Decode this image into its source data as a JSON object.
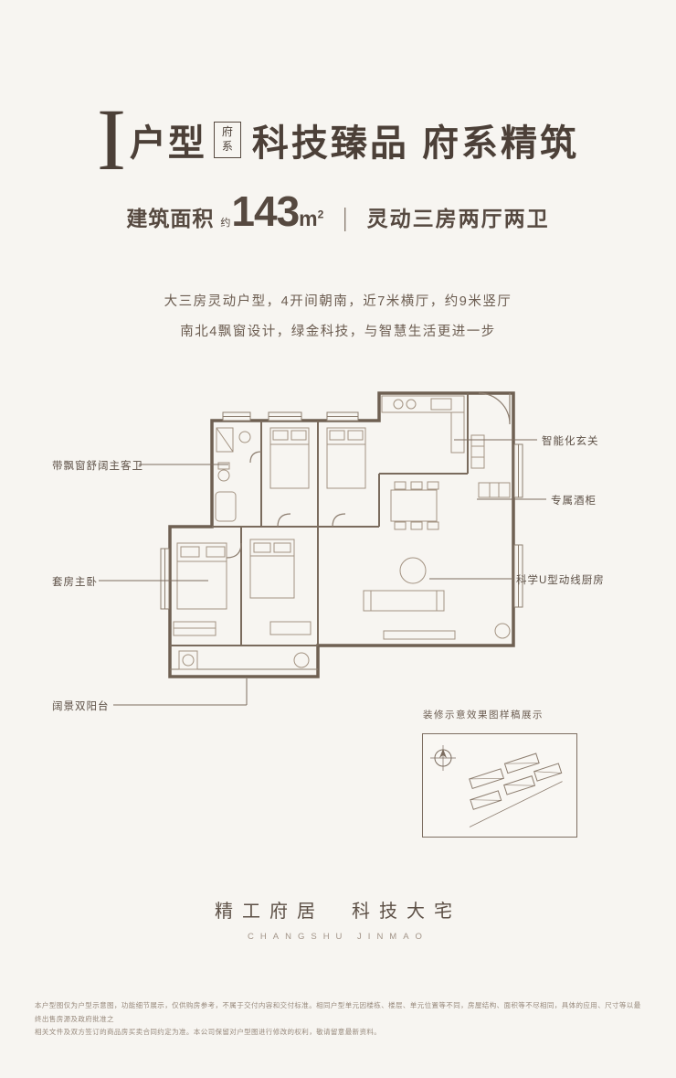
{
  "page": {
    "bg": "#f7f5f1",
    "ink": "#564940"
  },
  "header": {
    "unit_letter": "I",
    "unit_type": "户型",
    "badge_line1": "府",
    "badge_line2": "系",
    "title": "科技臻品 府系精筑"
  },
  "area": {
    "label": "建筑面积",
    "approx": "约",
    "value": "143",
    "unit": "m",
    "sup": "2",
    "divider": "|",
    "rooms": "灵动三房两厅两卫"
  },
  "intro": {
    "line1": "大三房灵动户型，4开间朝南，近7米横厅，约9米竖厅",
    "line2": "南北4飘窗设计，绿金科技，与智慧生活更进一步"
  },
  "floorplan": {
    "labels": {
      "entry": "智能化玄关",
      "wine": "专属酒柜",
      "kitchen": "科学U型动线厨房",
      "bath": "带飘窗舒阔主客卫",
      "master": "套房主卧",
      "balcony": "阔景双阳台"
    },
    "note": "装修示意效果图样稿展示"
  },
  "brand": {
    "slogan": "精工府居　科技大宅",
    "latin": "CHANGSHU JINMAO"
  },
  "footer": {
    "line1": "本户型图仅为户型示意图，功能细节展示，仅供购房参考，不属于交付内容和交付标准。相同户型单元因楼栋、楼层、单元位置等不同，房屋结构、面积等不尽相同，具体的应用、尺寸等以最终出售房源及政府批准之",
    "line2": "相关文件及双方签订的商品房买卖合同约定为准。本公司保留对户型图进行修改的权利，敬请留意最新资料。"
  }
}
